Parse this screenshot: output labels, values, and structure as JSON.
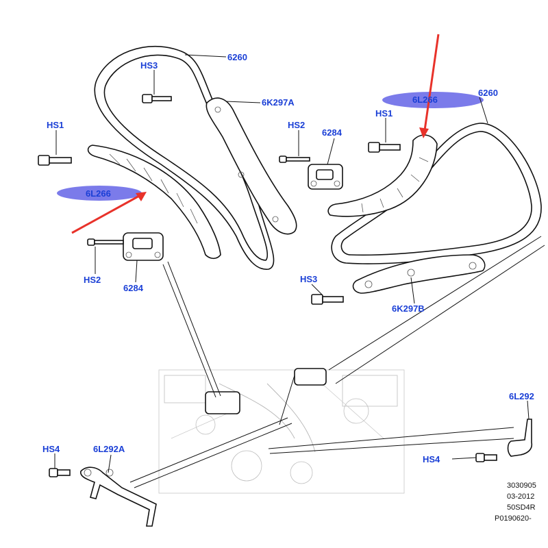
{
  "callouts": {
    "chain_left": "6260",
    "chain_right": "6260",
    "hs3_top": "HS3",
    "guide_a": "6K297A",
    "hs1_left": "HS1",
    "hs2_mid": "HS2",
    "tensioner_mid": "6284",
    "hs1_right": "HS1",
    "guide_right": "6L266",
    "guide_left": "6L266",
    "hs2_left": "HS2",
    "tensioner_left": "6284",
    "hs3_right": "HS3",
    "guide_b": "6K297B",
    "hs4_left": "HS4",
    "tool_a": "6L292A",
    "tool_b": "6L292",
    "hs4_right": "HS4"
  },
  "footer": {
    "line1": "3030905",
    "line2": "03-2012",
    "line3": "50SD4R",
    "line4": "P0190620-"
  },
  "colors": {
    "label_blue": "#1a3fd6",
    "highlight": "#7b7bea",
    "arrow_red": "#e8322a"
  }
}
